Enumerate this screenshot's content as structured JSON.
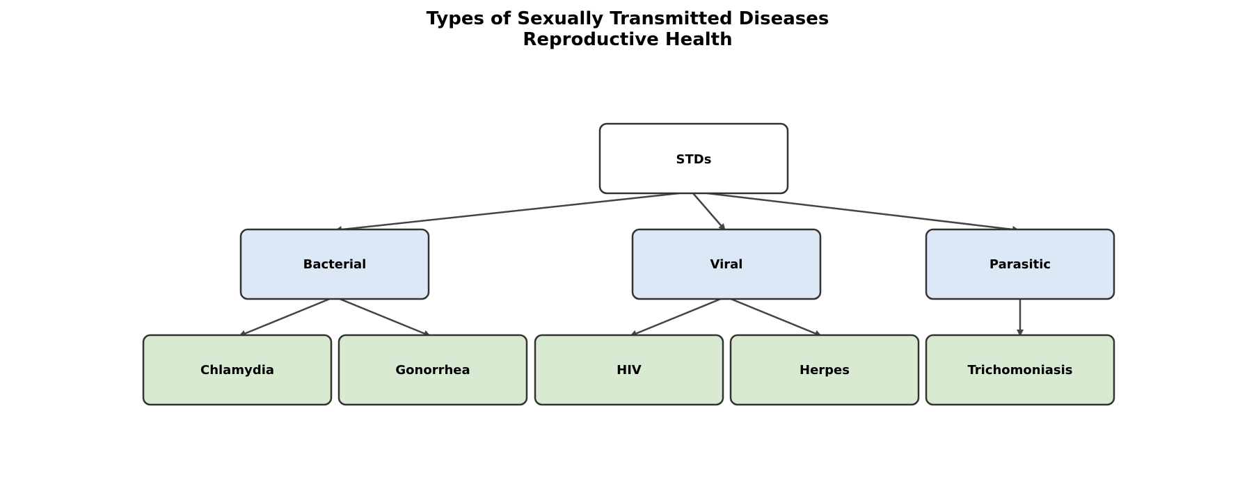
{
  "title": {
    "line1": "Types of Sexually Transmitted Diseases",
    "line2": "Reproductive Health"
  },
  "colors": {
    "root_fill": "#ffffff",
    "category_fill": "#dce8f5",
    "disease_fill": "#d9ead3",
    "border": "#333333",
    "edge": "#444444"
  },
  "nodes": {
    "root": {
      "label": "STDs"
    },
    "bacterial": {
      "label": "Bacterial"
    },
    "viral": {
      "label": "Viral"
    },
    "parasitic": {
      "label": "Parasitic"
    },
    "chlamydia": {
      "label": "Chlamydia"
    },
    "gonorrhea": {
      "label": "Gonorrhea"
    },
    "hiv": {
      "label": "HIV"
    },
    "herpes": {
      "label": "Herpes"
    },
    "trichomoniasis": {
      "label": "Trichomoniasis"
    }
  },
  "edges": [
    {
      "from": "root",
      "to": "bacterial"
    },
    {
      "from": "root",
      "to": "viral"
    },
    {
      "from": "root",
      "to": "parasitic"
    },
    {
      "from": "bacterial",
      "to": "chlamydia"
    },
    {
      "from": "bacterial",
      "to": "gonorrhea"
    },
    {
      "from": "viral",
      "to": "hiv"
    },
    {
      "from": "viral",
      "to": "herpes"
    },
    {
      "from": "parasitic",
      "to": "trichomoniasis"
    }
  ]
}
